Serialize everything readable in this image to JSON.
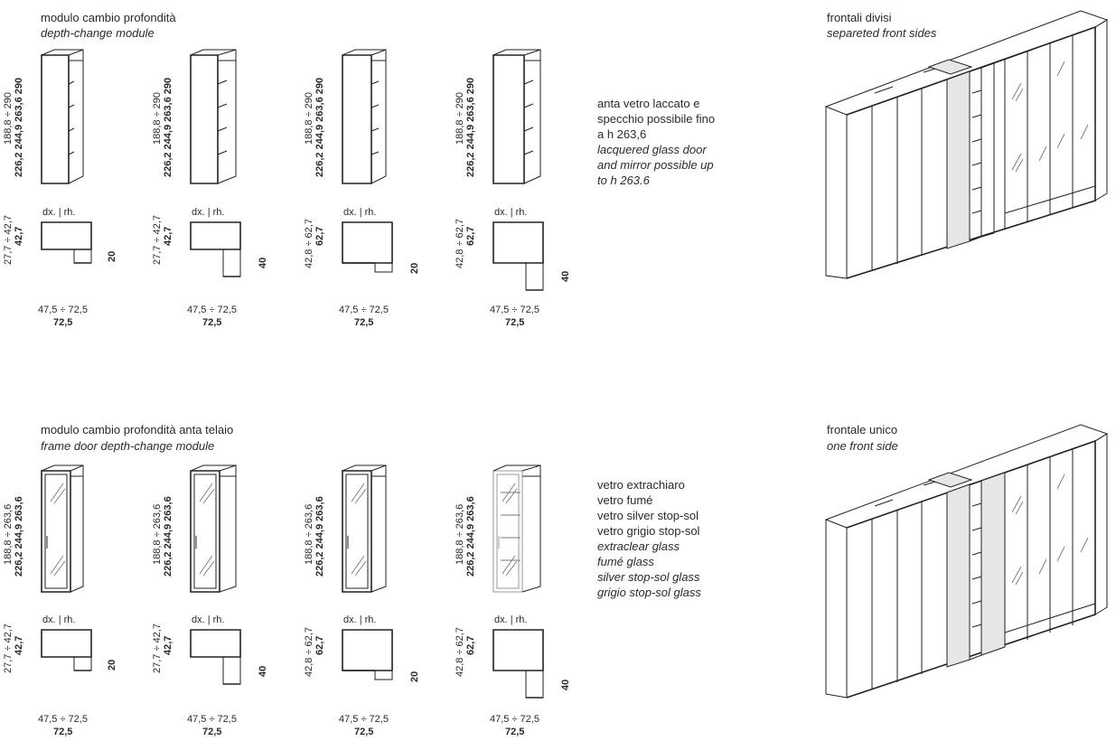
{
  "sections": [
    {
      "title_it": "modulo cambio profondità",
      "title_en": "depth-change module",
      "note_lines": [
        "anta vetro laccato e",
        "specchio possibile fino",
        "a h 263,6",
        "lacquered glass door",
        "and mirror possible up",
        "to h 263.6"
      ],
      "right_title_it": "frontali divisi",
      "right_title_en": "separeted front sides",
      "modules": [
        {
          "h_range": "188,8 ÷ 290",
          "h_vals": "226,2  244,9  263,6  290",
          "side": "dx. | rh.",
          "d_range": "27,7 ÷ 42,7",
          "d_val": "42,7",
          "depth_step": "20",
          "w_range": "47,5 ÷ 72,5",
          "w_val": "72,5"
        },
        {
          "h_range": "188,8 ÷ 290",
          "h_vals": "226,2  244,9  263,6  290",
          "side": "dx. | rh.",
          "d_range": "27,7 ÷ 42,7",
          "d_val": "42,7",
          "depth_step": "40",
          "w_range": "47,5 ÷ 72,5",
          "w_val": "72,5"
        },
        {
          "h_range": "188,8 ÷ 290",
          "h_vals": "226,2  244,9  263,6  290",
          "side": "dx. | rh.",
          "d_range": "42,8 ÷ 62,7",
          "d_val": "62,7",
          "depth_step": "20",
          "w_range": "47,5 ÷ 72,5",
          "w_val": "72,5"
        },
        {
          "h_range": "188,8 ÷ 290",
          "h_vals": "226,2  244,9  263,6  290",
          "side": "dx. | rh.",
          "d_range": "42,8 ÷ 62,7",
          "d_val": "62,7",
          "depth_step": "40",
          "w_range": "47,5 ÷ 72,5",
          "w_val": "72,5"
        }
      ]
    },
    {
      "title_it": "modulo cambio profondità anta telaio",
      "title_en": "frame door depth-change module",
      "note_lines": [
        "vetro extrachiaro",
        "vetro fumé",
        "vetro silver stop-sol",
        "vetro grigio stop-sol",
        "extraclear glass",
        "fumé glass",
        "silver stop-sol glass",
        "grigio stop-sol glass"
      ],
      "right_title_it": "frontale unico",
      "right_title_en": "one front side",
      "modules": [
        {
          "h_range": "188,8 ÷ 263,6",
          "h_vals": "226,2  244,9  263,6",
          "side": "dx. | rh.",
          "d_range": "27,7 ÷ 42,7",
          "d_val": "42,7",
          "depth_step": "20",
          "w_range": "47,5 ÷ 72,5",
          "w_val": "72,5"
        },
        {
          "h_range": "188,8 ÷ 263,6",
          "h_vals": "226,2  244,9  263,6",
          "side": "dx. | rh.",
          "d_range": "27,7 ÷ 42,7",
          "d_val": "42,7",
          "depth_step": "40",
          "w_range": "47,5 ÷ 72,5",
          "w_val": "72,5"
        },
        {
          "h_range": "188,8 ÷ 263,6",
          "h_vals": "226,2  244,9  263,6",
          "side": "dx. | rh.",
          "d_range": "42,8 ÷ 62,7",
          "d_val": "62,7",
          "depth_step": "20",
          "w_range": "47,5 ÷ 72,5",
          "w_val": "72,5"
        },
        {
          "h_range": "188,8 ÷ 263,6",
          "h_vals": "226,2  244,9  263,6",
          "side": "dx. | rh.",
          "d_range": "42,8 ÷ 62,7",
          "d_val": "62,7",
          "depth_step": "40",
          "w_range": "47,5 ÷ 72,5",
          "w_val": "72,5"
        }
      ]
    }
  ],
  "colors": {
    "line": "#222222",
    "text": "#2a2a2a",
    "panel_gray": "#e6e6e6"
  }
}
